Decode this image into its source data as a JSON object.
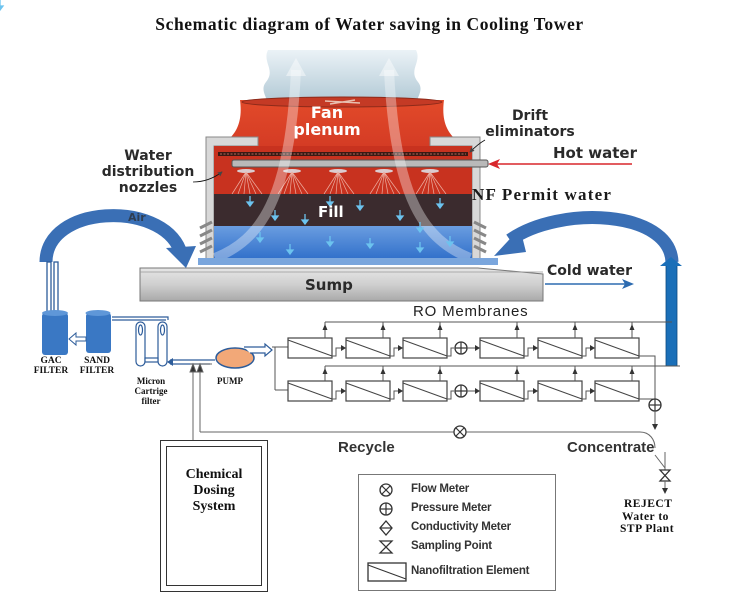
{
  "title": "Schematic diagram of Water saving in Cooling Tower",
  "tower": {
    "fan_plenum": [
      "Fan",
      "plenum"
    ],
    "fill": "Fill",
    "sump": "Sump",
    "air": "Air",
    "drift_eliminators": [
      "Drift",
      "eliminators"
    ],
    "water_distribution_nozzles": [
      "Water",
      "distribution",
      "nozzles"
    ],
    "hot_water": "Hot water",
    "cold_water": "Cold water"
  },
  "nf_permit_water": "NF Permit water",
  "pretreatment": {
    "gac_filter": [
      "GAC",
      "FILTER"
    ],
    "sand_filter": [
      "SAND",
      "FILTER"
    ],
    "micron_filter": [
      "Micron",
      "Cartrige",
      "filter"
    ],
    "pump": "PUMP"
  },
  "ro_membranes": "RO Membranes",
  "recycle": "Recycle",
  "concentrate": "Concentrate",
  "reject": [
    "REJECT",
    "Water to",
    "STP Plant"
  ],
  "chemical_dosing": [
    "Chemical",
    "Dosing",
    "System"
  ],
  "legend": [
    {
      "symbol": "flow-meter",
      "label": "Flow Meter"
    },
    {
      "symbol": "pressure-meter",
      "label": "Pressure Meter"
    },
    {
      "symbol": "conductivity-meter",
      "label": "Conductivity Meter"
    },
    {
      "symbol": "sampling-point",
      "label": "Sampling Point"
    },
    {
      "symbol": "nanofiltration-element",
      "label": "Nanofiltration Element"
    }
  ],
  "colors": {
    "tower_red": "#d63a22",
    "fill_dark": "#3b2b2e",
    "basin_blue": "#3f7fd6",
    "arrow_blue": "#3a6fb5",
    "pipe_blue": "#1a6fb8",
    "pump_orange": "#f2a878",
    "hot_water_red": "#d8262b",
    "sump_grey": "#bdbdbd"
  }
}
